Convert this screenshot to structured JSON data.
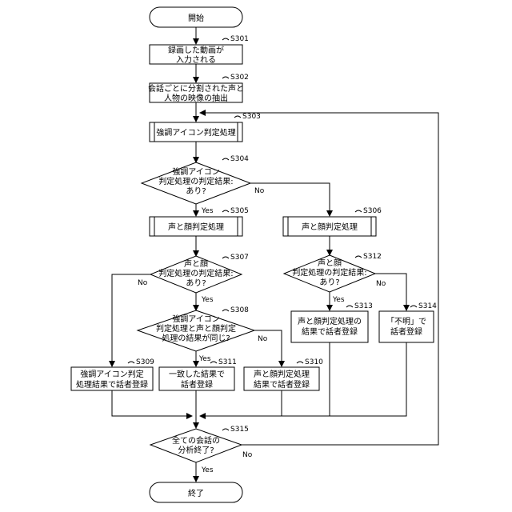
{
  "nodes": {
    "start": {
      "lines": [
        "開始"
      ]
    },
    "s301": {
      "step": "S301",
      "lines": [
        "録画した動画が",
        "入力される"
      ]
    },
    "s302": {
      "step": "S302",
      "lines": [
        "会話ごとに分割された声と",
        "人物の映像の抽出"
      ]
    },
    "s303": {
      "step": "S303",
      "lines": [
        "強調アイコン判定処理"
      ]
    },
    "s304": {
      "step": "S304",
      "lines": [
        "強調アイコン",
        "判定処理の判定結果:",
        "あり?"
      ]
    },
    "s305": {
      "step": "S305",
      "lines": [
        "声と顔判定処理"
      ]
    },
    "s306": {
      "step": "S306",
      "lines": [
        "声と顔判定処理"
      ]
    },
    "s307": {
      "step": "S307",
      "lines": [
        "声と顔",
        "判定処理の判定結果:",
        "あり?"
      ]
    },
    "s312": {
      "step": "S312",
      "lines": [
        "声と顔",
        "判定処理の判定結果:",
        "あり?"
      ]
    },
    "s308": {
      "step": "S308",
      "lines": [
        "強調アイコン",
        "判定処理と声と顔判定",
        "処理の結果が同じ?"
      ]
    },
    "s313": {
      "step": "S313",
      "lines": [
        "声と顔判定処理の",
        "結果で話者登録"
      ]
    },
    "s314": {
      "step": "S314",
      "lines": [
        "「不明」で",
        "話者登録"
      ]
    },
    "s309": {
      "step": "S309",
      "lines": [
        "強調アイコン判定",
        "処理結果で話者登録"
      ]
    },
    "s311": {
      "step": "S311",
      "lines": [
        "一致した結果で",
        "話者登録"
      ]
    },
    "s310": {
      "step": "S310",
      "lines": [
        "声と顔判定処理",
        "結果で話者登録"
      ]
    },
    "s315": {
      "step": "S315",
      "lines": [
        "全ての会話の",
        "分析終了?"
      ]
    },
    "end": {
      "lines": [
        "終了"
      ]
    }
  },
  "edge_labels": {
    "s304_no": "No",
    "s305_yes": "Yes",
    "s307_no": "No",
    "s307_yes": "Yes",
    "s312_yes": "Yes",
    "s312_no": "No",
    "s308_yes": "Yes",
    "s308_no": "No",
    "s315_no": "No",
    "s315_yes": "Yes"
  }
}
